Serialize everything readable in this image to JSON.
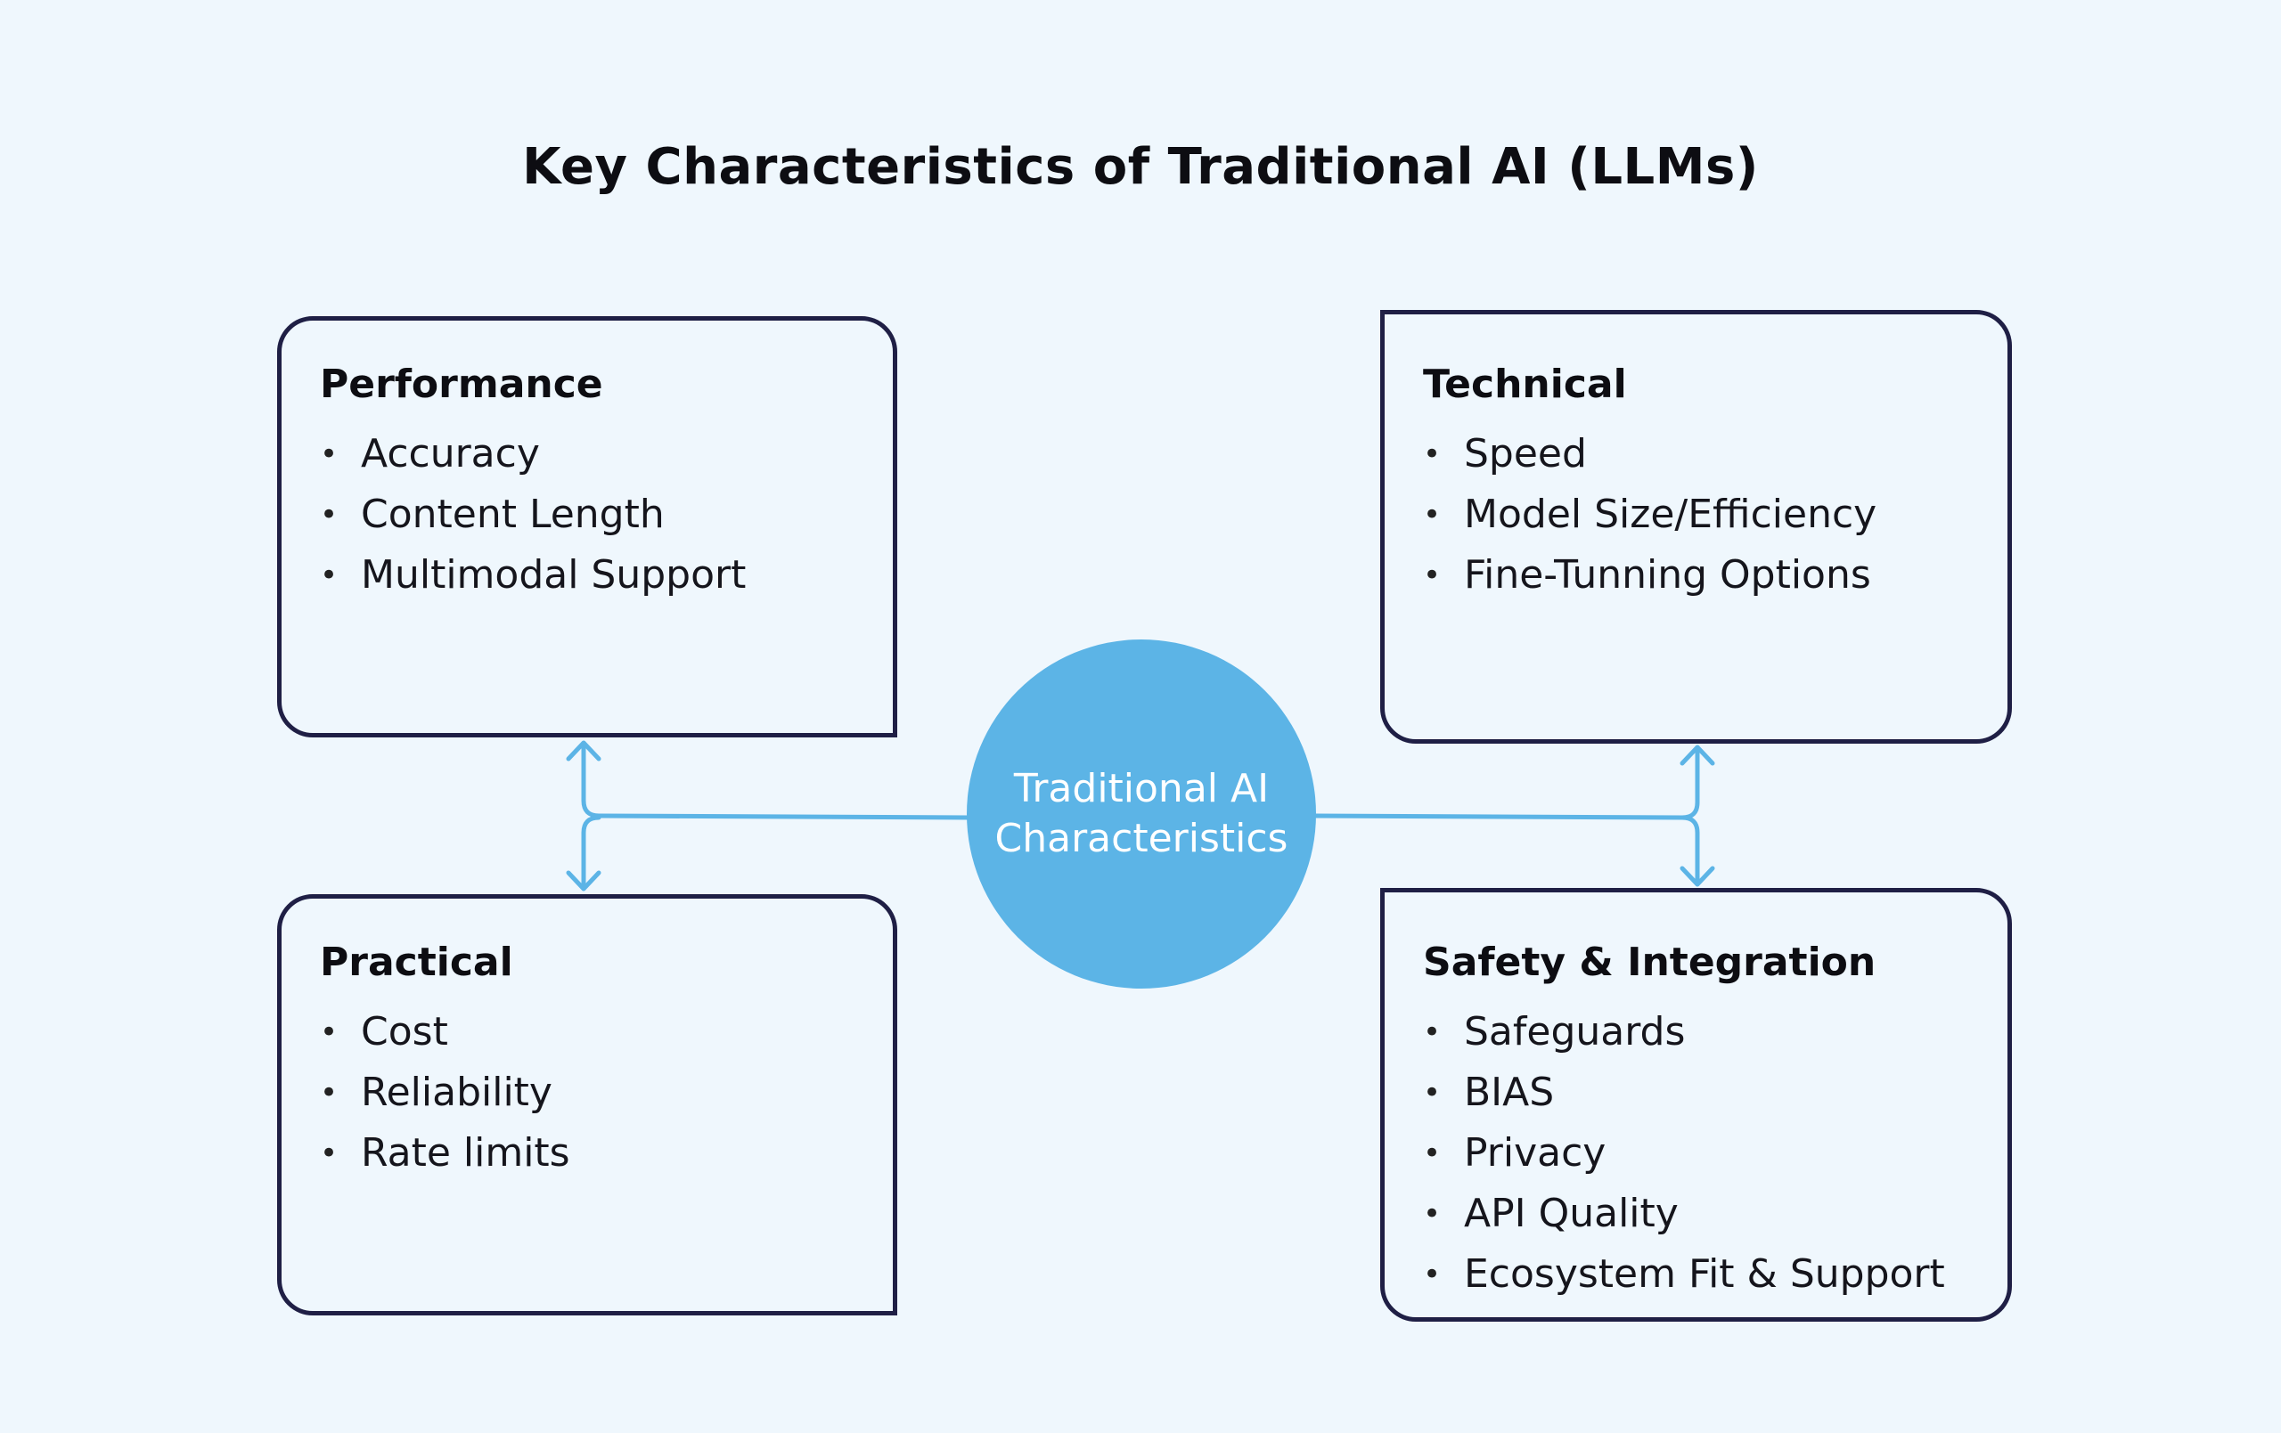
{
  "title": "Key Characteristics of Traditional AI (LLMs)",
  "hub": {
    "label": "Traditional AI Characteristics",
    "color": "#5cb4e6"
  },
  "colors": {
    "background": "#eff7fd",
    "box_border": "#1f1f45",
    "connector": "#5cb4e6"
  },
  "boxes": [
    {
      "heading": "Performance",
      "items": [
        "Accuracy",
        "Content Length",
        "Multimodal Support"
      ]
    },
    {
      "heading": "Technical",
      "items": [
        "Speed",
        "Model Size/Efficiency",
        "Fine-Tunning Options"
      ]
    },
    {
      "heading": "Practical",
      "items": [
        "Cost",
        "Reliability",
        "Rate limits"
      ]
    },
    {
      "heading": "Safety & Integration",
      "items": [
        "Safeguards",
        "BIAS",
        "Privacy",
        "API Quality",
        "Ecosystem Fit & Support"
      ]
    }
  ],
  "bullet_glyph": "•"
}
